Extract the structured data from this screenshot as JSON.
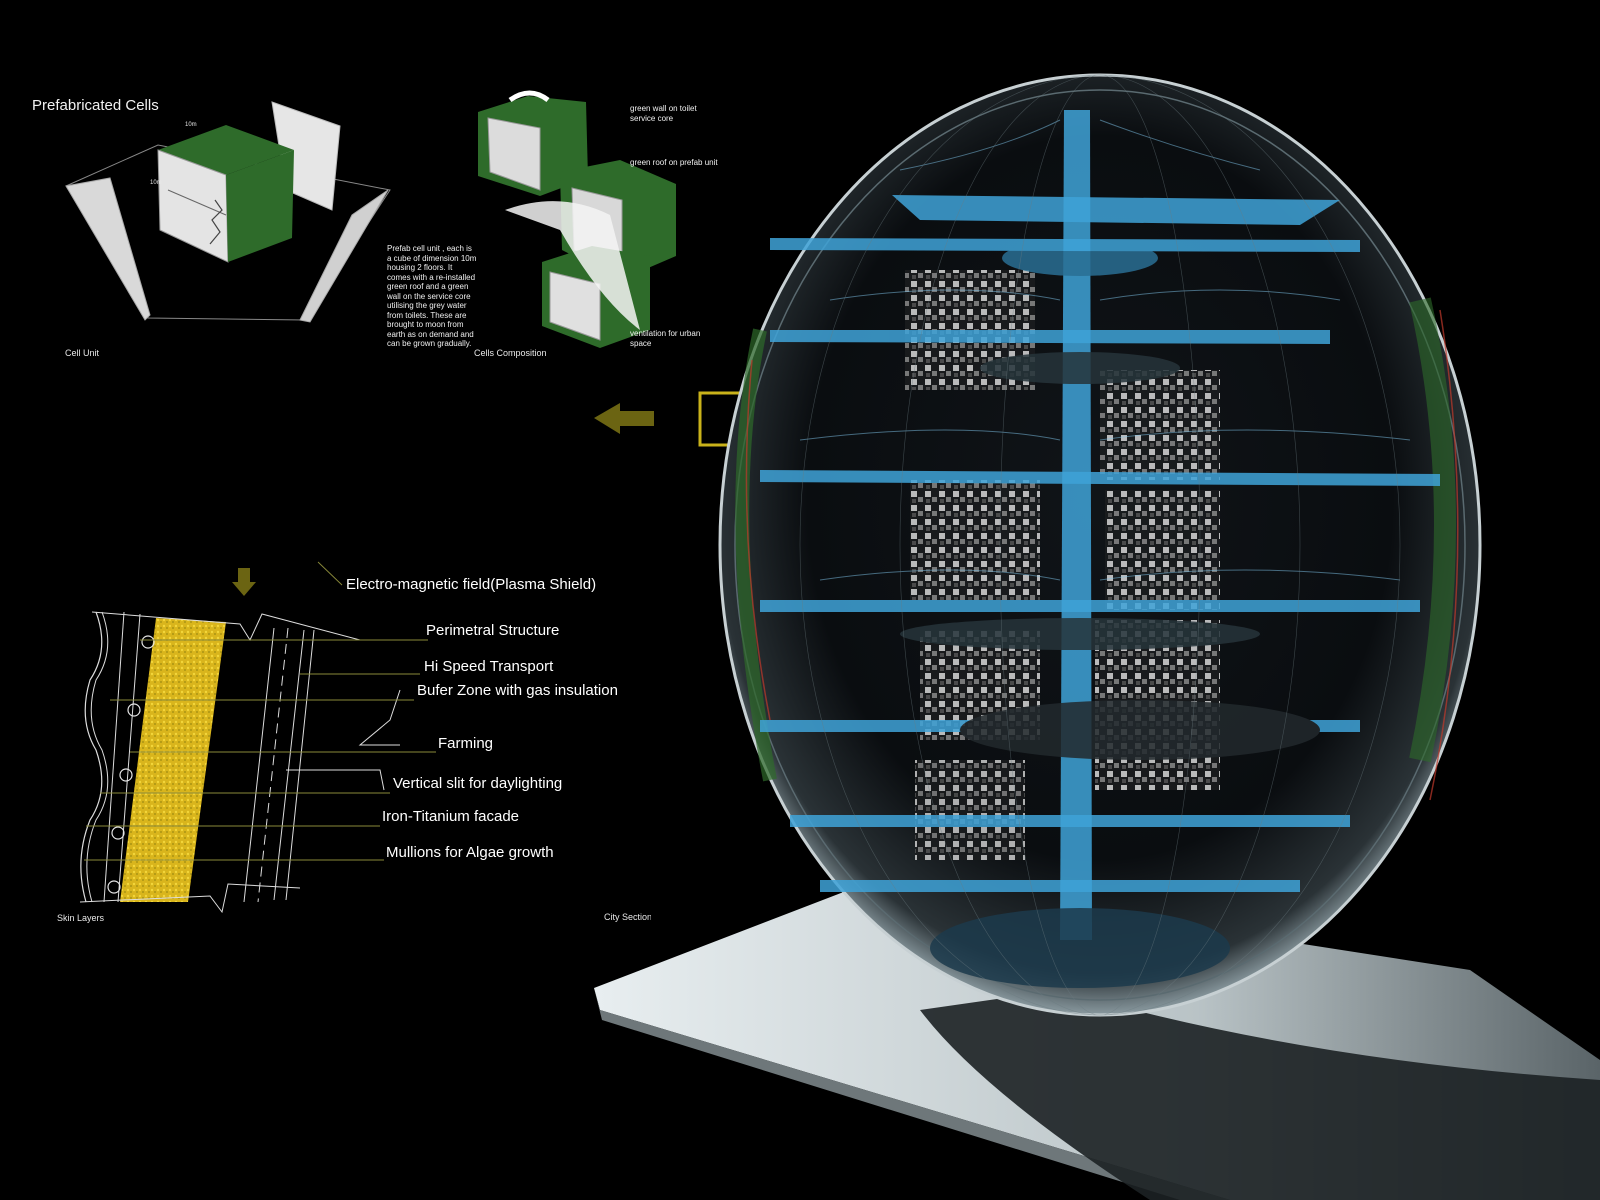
{
  "prefab": {
    "title": "Prefabricated Cells",
    "cell_unit_caption": "Cell Unit",
    "composition_caption": "Cells Composition",
    "dim_label_a": "10m",
    "dim_label_b": "10m",
    "description": "Prefab  cell unit , each is\na cube of dimension 10m\nhousing 2  floors. It\ncomes with a re-installed\ngreen roof and a green\nwall on the service core\nutilising the grey water\nfrom toilets. These are\nbrought to moon from\nearth as on demand and\ncan be grown gradually.",
    "callouts": [
      "green wall on toilet\nservice core",
      "green roof on prefab unit",
      "ventilation for urban\nspace"
    ]
  },
  "skin": {
    "caption": "Skin Layers",
    "labels": [
      "Electro-magnetic field(Plasma Shield)",
      "Perimetral Structure",
      "Hi Speed Transport",
      "Bufer Zone with gas insulation",
      "Farming",
      "Vertical slit for daylighting",
      "Iron-Titanium facade",
      "Mullions for Algae growth"
    ]
  },
  "city": {
    "caption": "City Section"
  },
  "colors": {
    "background": "#000000",
    "accent_olive": "#6b6412",
    "highlight_yellow": "#c9b21a",
    "farming_yellow": "#d9b51c",
    "green_roof": "#2e6b2a",
    "platform_blue": "#3fa3d8",
    "leader_line": "#8a8a3a"
  }
}
